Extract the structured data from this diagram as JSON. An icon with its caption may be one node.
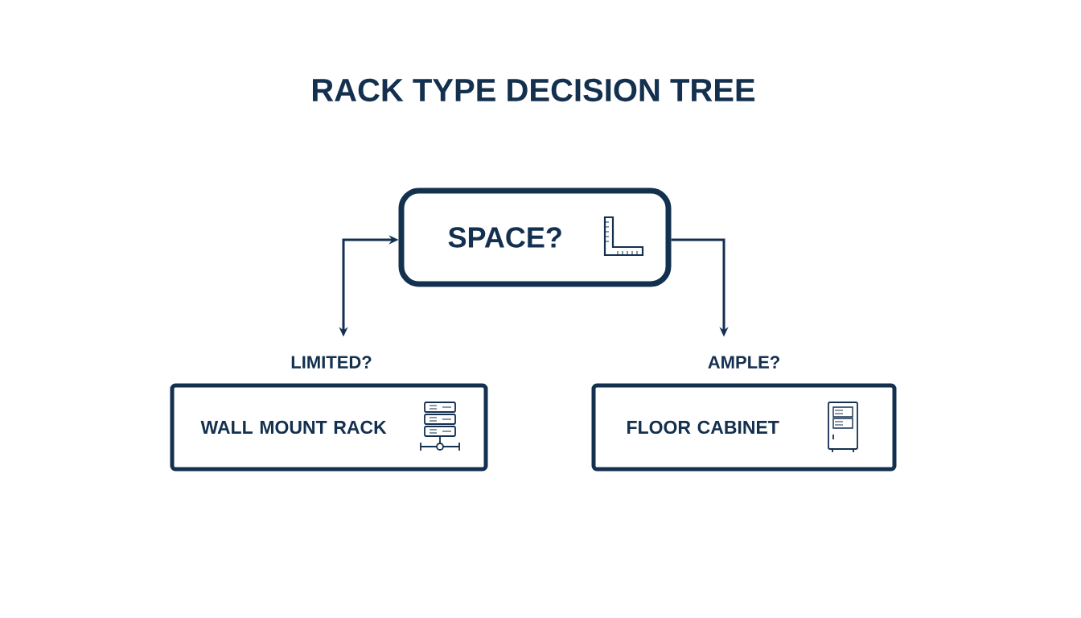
{
  "diagram": {
    "title": "RACK TYPE DECISION TREE",
    "nodes": [
      {
        "text": [
          "SPACE?"
        ]
      },
      {
        "text": [
          "WALL MOUNT RACK"
        ]
      },
      {
        "text": [
          "FLOOR CABINET"
        ]
      }
    ],
    "edges": [
      {
        "from": 0,
        "to": 1,
        "arrow": "both",
        "label": "LIMITED?"
      },
      {
        "from": 0,
        "to": 2,
        "arrow": "to",
        "label": "AMPLE?"
      }
    ]
  }
}
